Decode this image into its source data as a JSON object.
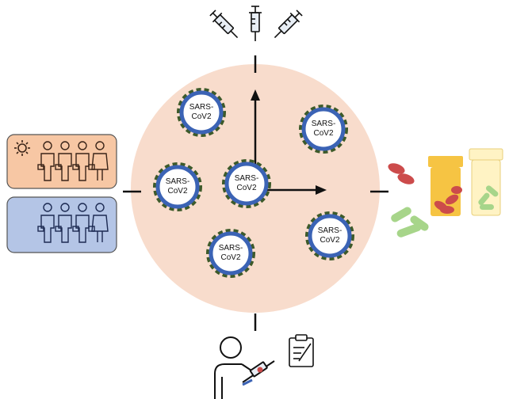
{
  "virus_particles": [
    {
      "line1": "SARS-",
      "line2": "CoV2"
    },
    {
      "line1": "SARS-",
      "line2": "CoV2"
    },
    {
      "line1": "SARS-",
      "line2": "CoV2"
    },
    {
      "line1": "SARS-",
      "line2": "CoV2"
    },
    {
      "line1": "SARS-",
      "line2": "CoV2"
    },
    {
      "line1": "SARS-",
      "line2": "CoV2"
    }
  ],
  "colors": {
    "host_circle": "#f8dccc",
    "virus_ring": "#3b63b5",
    "virus_outer_dash": "#3d5a2a",
    "day_panel": "#f7c7a4",
    "night_panel": "#b4c5e6",
    "pill_red": "#cc4b4b",
    "pill_green": "#a7d58a",
    "bottle_yellow": "#f6c443",
    "bottle_light": "#fff3c4"
  },
  "icons": {
    "top": "syringe-icon",
    "left_day": "sun-icon",
    "left_night": "moon-icon",
    "right": "pill-bottle-icon",
    "bottom": "person-with-injection-icon",
    "bottom_side": "clipboard-icon"
  }
}
